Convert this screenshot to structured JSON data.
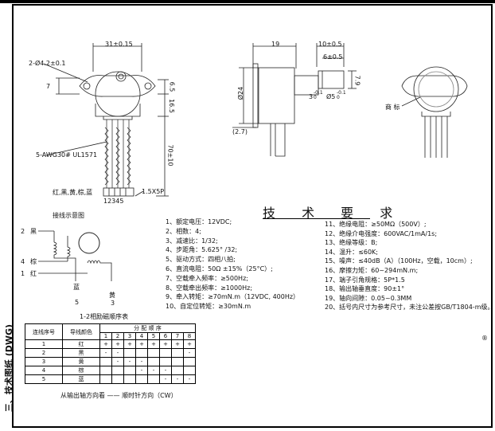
{
  "side_title": "三、技术图纸 (DWG)",
  "drawing": {
    "dims_left": {
      "top_width": "31±0.15",
      "holes": "2-Ø4.2±0.1",
      "offset_7": "7",
      "dim_6_5": "6.5",
      "dim_16_5": "16.5",
      "dim_70": "70±10",
      "wire": "5-AWG30# UL1571",
      "colors": "红,黑,黄,棕,蓝",
      "pins": "12345",
      "connector": "1.5X5P"
    },
    "dims_right": {
      "d19": "19",
      "d10": "10±0.5",
      "d6": "6±0.5",
      "d24": "Ø24",
      "d3": "3",
      "d3_tol": "-0.1\n0",
      "d5": "Ø5",
      "d5_tol": "-0.1\n0",
      "d7": "7.9",
      "d27": "(2.7)",
      "label_mark": "商 标"
    }
  },
  "wiring": {
    "title": "接线示意图",
    "labels": [
      "2",
      "黑",
      "4",
      "棕",
      "1",
      "红",
      "蓝",
      "黄",
      "5",
      "3"
    ]
  },
  "spec_heading": "技 术 要 求",
  "specs_left": [
    "1、额定电压：12VDC;",
    "2、相数：4;",
    "3、减速比：1/32;",
    "4、步距角：5.625° /32;",
    "5、驱动方式：四相八拍;",
    "6、直流电阻：50Ω ±15%（25°C）;",
    "7、空载牵入频率：≥500Hz;",
    "8、空载牵出频率：≥1000Hz;",
    "9、牵入转矩：≥70mN.m（12VDC, 400Hz）",
    "10、自定位转矩：≥30mN.m"
  ],
  "specs_right": [
    "11、绝缘电阻：≥50MΩ（500V）;",
    "12、绝缘介电强度：600VAC/1mA/1s;",
    "13、绝缘等级：B;",
    "14、温升：≤60K;",
    "15、噪声：≤40dB（A）（100Hz，空载，10cm）;",
    "16、摩擦力矩：60~294mN.m;",
    "17、端子引角规格：5P*1.5",
    "18、输出轴垂直度：90±1°",
    "19、轴向间隙：0.05~0.3MM",
    "20、括号内尺寸为参考尺寸，未注公差按GB/T1804-m级。"
  ],
  "seq_table": {
    "title": "1-2相励磁顺序表",
    "h_seq": "连线序号",
    "h_color": "导线颜色",
    "h_dist": "分 配 顺 序",
    "steps": [
      "1",
      "2",
      "3",
      "4",
      "5",
      "6",
      "7",
      "8"
    ],
    "rows": [
      {
        "no": "1",
        "color": "红",
        "cells": [
          "+",
          "+",
          "+",
          "+",
          "+",
          "+",
          "+",
          "+"
        ]
      },
      {
        "no": "2",
        "color": "黑",
        "cells": [
          "-",
          "-",
          "",
          "",
          "",
          "",
          "",
          "-"
        ]
      },
      {
        "no": "3",
        "color": "黄",
        "cells": [
          "",
          "-",
          "-",
          "-",
          "",
          "",
          "",
          ""
        ]
      },
      {
        "no": "4",
        "color": "棕",
        "cells": [
          "",
          "",
          "",
          "-",
          "-",
          "-",
          "",
          ""
        ]
      },
      {
        "no": "5",
        "color": "蓝",
        "cells": [
          "",
          "",
          "",
          "",
          "",
          "-",
          "-",
          "-"
        ]
      }
    ],
    "footer": "从输出轴方向看 —— 顺时针方向（CW）"
  },
  "reg_mark": "®"
}
